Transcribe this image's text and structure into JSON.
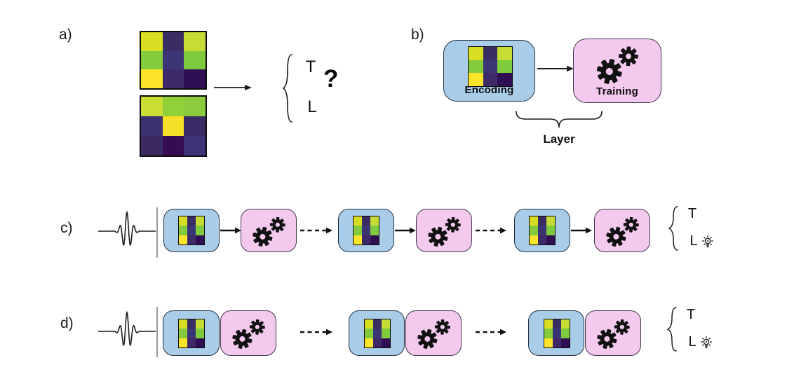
{
  "panel_a": {
    "label": "a)",
    "target_top": "T",
    "target_bottom": "L",
    "question_mark": "?"
  },
  "panel_b": {
    "label": "b)",
    "encoding_box_label": "Encoding",
    "training_box_label": "Training",
    "brace_label": "Layer"
  },
  "panel_c": {
    "label": "c)",
    "target_top": "T",
    "target_bottom": "L"
  },
  "panel_d": {
    "label": "d)",
    "target_top": "T",
    "target_bottom": "L"
  },
  "colors": {
    "encoding_box_fill": "#a9cce9",
    "encoding_box_border": "#22313f",
    "training_box_fill": "#f3c9ed",
    "training_box_border": "#41374d",
    "gear": "#111111",
    "line": "#1c1c1c",
    "separator": "#9a9a9a"
  },
  "heatmaps": {
    "main": [
      [
        "#d8df22",
        "#3a2d64",
        "#c4dc33"
      ],
      [
        "#83cb3d",
        "#3b3575",
        "#7ecb3e"
      ],
      [
        "#fce42a",
        "#3f2a69",
        "#300e53"
      ]
    ],
    "alt": [
      [
        "#c9dd33",
        "#92d039",
        "#8ccb3d"
      ],
      [
        "#3b3173",
        "#f5e027",
        "#3a2c67"
      ],
      [
        "#3b2a62",
        "#350b52",
        "#3b3376"
      ]
    ]
  }
}
